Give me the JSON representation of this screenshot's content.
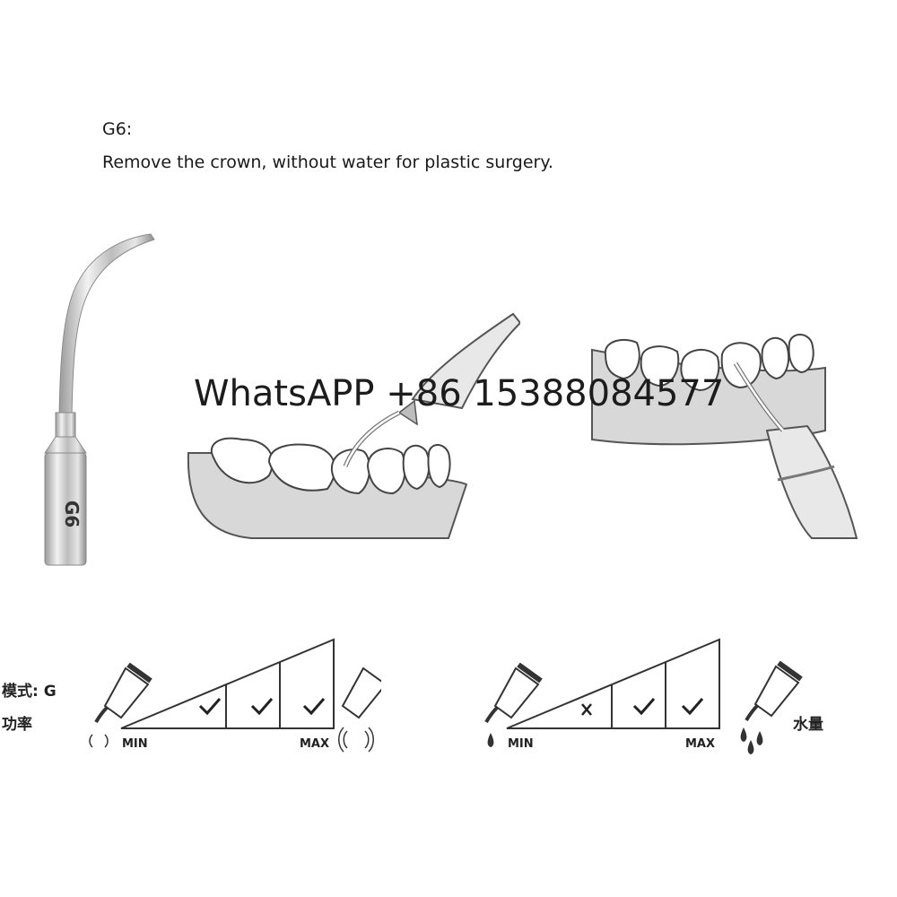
{
  "heading": "G6:",
  "description": "Remove the crown, without water for plastic surgery.",
  "tip_label": "G6",
  "watermark": "WhatsAPP +86 15388084577",
  "power_panel": {
    "mode_label": "模式: G",
    "power_label": "功率",
    "min_label": "MIN",
    "max_label": "MAX",
    "cells": [
      "check",
      "check",
      "check"
    ]
  },
  "water_panel": {
    "water_label": "水量",
    "min_label": "MIN",
    "max_label": "MAX",
    "cells": [
      "cross",
      "check",
      "check"
    ]
  },
  "icons": [
    "scaler-tip-icon",
    "teeth-illustration",
    "check-icon",
    "cross-icon",
    "vibration-icon",
    "water-drop-icon"
  ]
}
